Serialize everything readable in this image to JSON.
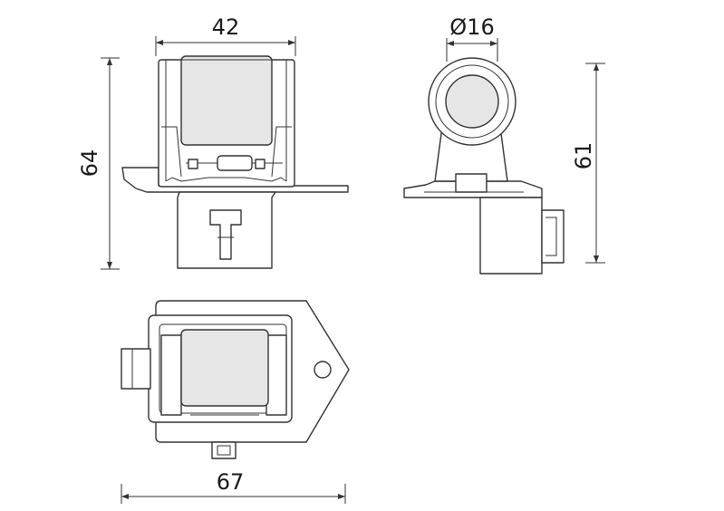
{
  "dimensions": {
    "width_front": "42",
    "diameter_side": "Ø16",
    "height_front": "64",
    "height_side": "61",
    "width_bottom": "67"
  },
  "colors": {
    "line": "#333333",
    "body_fill": "#e6e6e6",
    "background": "#ffffff"
  }
}
